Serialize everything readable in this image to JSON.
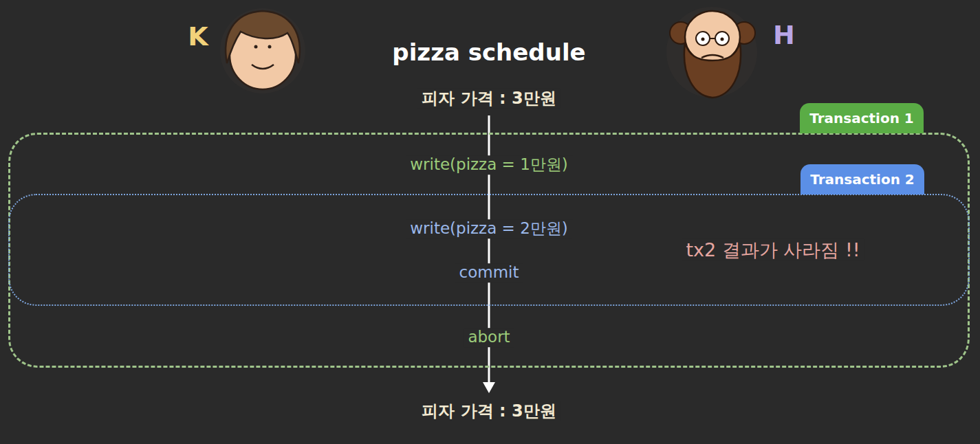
{
  "diagram": {
    "title": "pizza schedule",
    "nodes": [
      {
        "text": [
          "Transaction 1"
        ]
      },
      {
        "text": [
          "Transaction 2"
        ],
        "in": 0
      }
    ],
    "labels": [
      "K",
      "H",
      "피자 가격 : 3만원",
      "write(pizza = 1만원)",
      "write(pizza = 2만원)",
      "commit",
      "tx2 결과가 사라짐 !!",
      "abort",
      "피자 가격 : 3만원"
    ]
  }
}
